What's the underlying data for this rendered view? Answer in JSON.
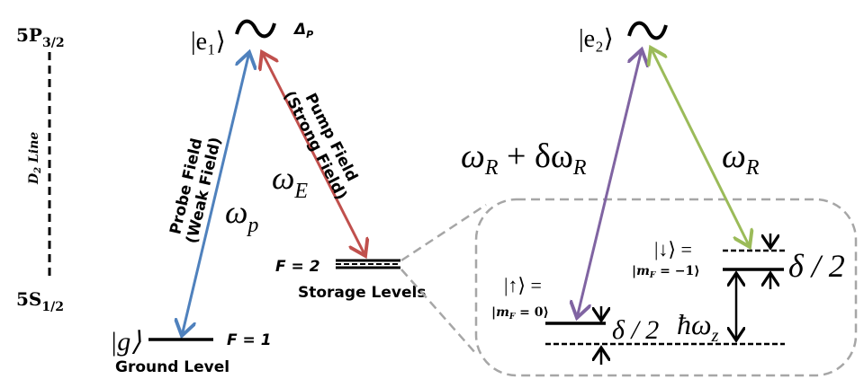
{
  "labels": {
    "upper_manifold": "5P",
    "upper_manifold_sub": "3/2",
    "lower_manifold": "5S",
    "lower_manifold_sub": "1/2",
    "line_label": "D",
    "line_label_sub": "2",
    "line_label_rest": " Line",
    "excited_1": "|e₁⟩",
    "detuning": "Δ",
    "detuning_sub": "P",
    "ground_state": "|g⟩",
    "ground_f": "F = 1",
    "ground_level": "Ground Level",
    "storage_f": "F = 2",
    "storage_level": "Storage Levels",
    "probe_field": "Probe Field",
    "probe_weak": "(Weak Field)",
    "pump_field": "Pump Field",
    "pump_strong": "(Strong Field)",
    "omega_p": "ω",
    "omega_p_sub": "p",
    "omega_e": "ω",
    "omega_e_sub": "E",
    "excited_2": "|e₂⟩",
    "omega_r_delta": "ω",
    "omega_r_delta_sub": "R",
    "omega_r_delta_plus": " + δω",
    "omega_r_delta_sub2": "R",
    "omega_r": "ω",
    "omega_r_sub": "R",
    "up_state": "|↑⟩ =",
    "up_mf": "|m",
    "up_mf_sub": "F",
    "up_mf_val": " = 0⟩",
    "down_state": "|↓⟩ =",
    "down_mf": "|m",
    "down_mf_sub": "F",
    "down_mf_val": " = −1⟩",
    "delta_half_1": "δ / 2",
    "delta_half_2": "δ / 2",
    "hbar_omega": "ħω",
    "hbar_omega_sub": "z"
  },
  "colors": {
    "probe": "#4f81bd",
    "pump": "#c0504d",
    "raman1": "#8064a2",
    "raman2": "#9bbb59",
    "zoom_box": "#a6a6a6"
  }
}
